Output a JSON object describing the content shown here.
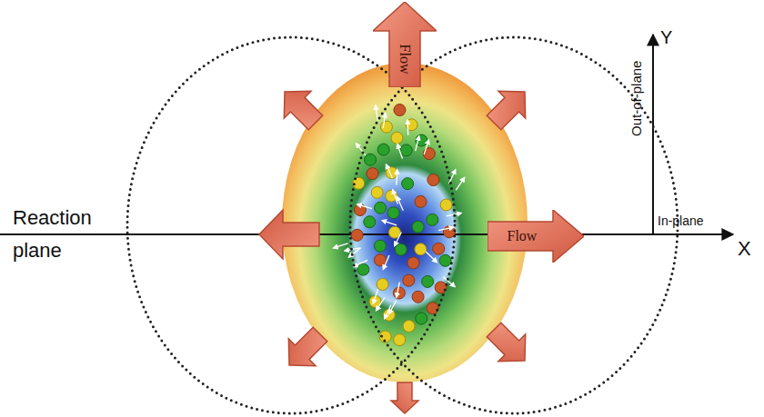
{
  "diagram": {
    "nodes": [
      {
        "text": [
          "Flow"
        ]
      },
      {
        "text": [
          "Flow"
        ]
      }
    ],
    "labels": [
      "Reaction plane",
      "Out-of-plane",
      "Y",
      "In-plane",
      "X"
    ]
  }
}
